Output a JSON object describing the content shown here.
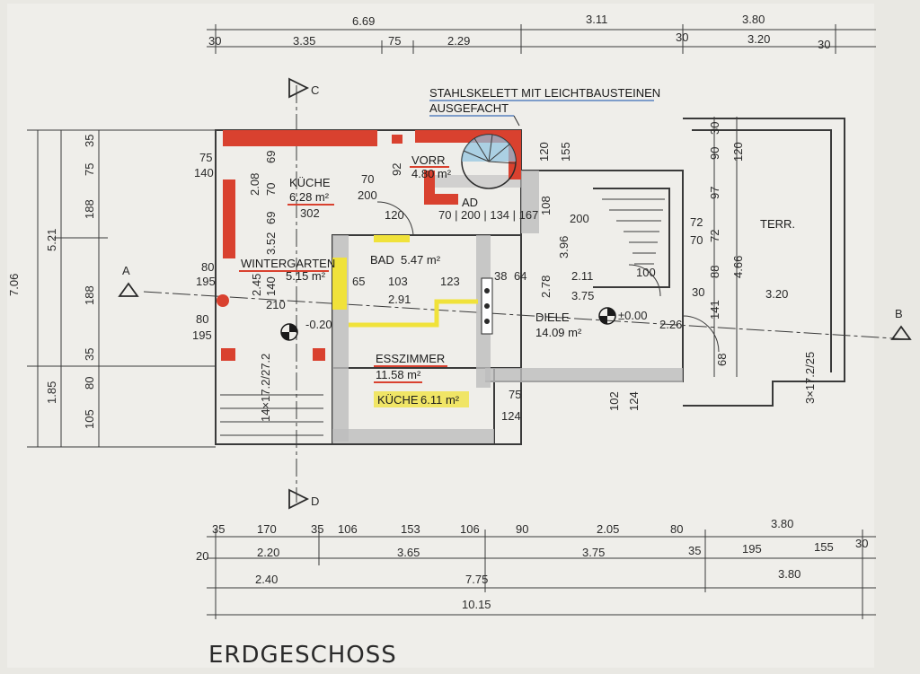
{
  "title": "ERDGESCHOSS",
  "note": {
    "line1": "STAHLSKELETT MIT LEICHTBAUSTEINEN",
    "line2": "AUSGEFACHT"
  },
  "sections": {
    "c": "C",
    "d": "D",
    "a": "A",
    "b": "B"
  },
  "rooms": {
    "kueche_upper": {
      "name": "KÜCHE",
      "area": "6.28 m²",
      "dim": "302"
    },
    "vorr": {
      "name": "VORR",
      "area": "4.80 m²"
    },
    "ad": {
      "name": "AD",
      "dims": "70 | 200 | 134 | 167"
    },
    "wintergarten": {
      "name": "WINTERGARTEN",
      "area": "5.15 m²"
    },
    "bad": {
      "name": "BAD",
      "area": "5.47 m²"
    },
    "diele": {
      "name": "DIELE",
      "area": "14.09 m²"
    },
    "terr": {
      "name": "TERR."
    },
    "esszimmer": {
      "name": "ESSZIMMER",
      "area": "11.58 m²"
    },
    "kueche_lower": {
      "name": "KÜCHE",
      "area": "6.11 m²"
    }
  },
  "levels": {
    "main": "±0.00",
    "wintergarten": "-0.20"
  },
  "dims": {
    "top_total": [
      "6.69",
      "3.11",
      "3.80"
    ],
    "top_parts": [
      "30",
      "3.35",
      "75",
      "2.29",
      "30",
      "3.20",
      "30"
    ],
    "bottom_row1": [
      "35",
      "170",
      "35",
      "106",
      "153",
      "106",
      "90",
      "2.05",
      "80",
      "3.80"
    ],
    "bottom_row2": [
      "20",
      "2.20",
      "3.65",
      "3.75",
      "35",
      "195",
      "155",
      "30"
    ],
    "bottom_row3": [
      "2.40",
      "7.75",
      "3.80"
    ],
    "bottom_total": "10.15",
    "left_outer": "7.06",
    "left_mid": [
      "5.21",
      "1.85"
    ],
    "left_inner": [
      "35",
      "75",
      "188",
      "188",
      "35",
      "80",
      "105"
    ],
    "right": [
      "30",
      "90",
      "120",
      "97",
      "72",
      "70",
      "72",
      "88",
      "4.66",
      "141",
      "68"
    ],
    "inner": {
      "a": "75",
      "b": "140",
      "c": "80",
      "d": "195",
      "e": "80",
      "f": "195",
      "g": "2.08",
      "h": "69",
      "i": "70",
      "j": "69",
      "k": "3.52",
      "l": "2.45",
      "m": "140",
      "n": "210",
      "o": "65",
      "p": "103",
      "q": "123",
      "r": "2.91",
      "s": "2.11",
      "t": "3.75",
      "u": "2.78",
      "v": "3.96",
      "w": "3.20",
      "x": "2.26",
      "y": "100",
      "z": "108",
      "aa": "200",
      "ab": "120",
      "ac": "155",
      "ad": "75",
      "ae": "124",
      "af": "102",
      "ag": "124",
      "ah": "38",
      "ai": "64",
      "aj": "30",
      "ak": "92",
      "al": "120",
      "am": "200",
      "an": "70"
    },
    "stairs": {
      "main": "14×17.2/27.2",
      "side": "3×17.2/25"
    }
  },
  "colors": {
    "red": "#d9412f",
    "yellow": "#f0e23a",
    "grey": "#bdbdbd",
    "ink": "#2a2a2a",
    "paper": "#e9e8e3"
  }
}
